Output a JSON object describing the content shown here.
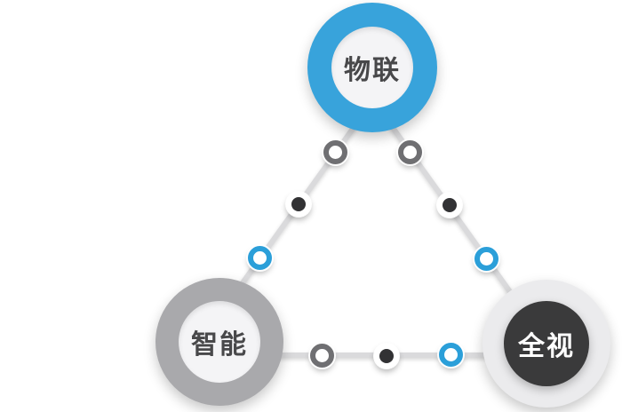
{
  "diagram": {
    "title_hidden": "",
    "nodes": [
      {
        "id": "iot",
        "label": "物联",
        "ring_color": "#38a3db",
        "core_color": "#f4f4f6",
        "label_color": "#48484a",
        "position": "top"
      },
      {
        "id": "smart",
        "label": "智能",
        "ring_color": "#a9a9ac",
        "core_color": "#f4f4f6",
        "label_color": "#48484a",
        "position": "bottom-left"
      },
      {
        "id": "vision",
        "label": "全视",
        "ring_color": "#ebebed",
        "core_color": "#3a3a3b",
        "label_color": "#ffffff",
        "position": "bottom-right"
      }
    ],
    "connector_markers": [
      {
        "edge": "left",
        "order": 1,
        "variant": "gray-ring"
      },
      {
        "edge": "left",
        "order": 2,
        "variant": "black-dot"
      },
      {
        "edge": "left",
        "order": 3,
        "variant": "blue-ring"
      },
      {
        "edge": "right",
        "order": 1,
        "variant": "gray-ring"
      },
      {
        "edge": "right",
        "order": 2,
        "variant": "black-dot"
      },
      {
        "edge": "right",
        "order": 3,
        "variant": "blue-ring"
      },
      {
        "edge": "bottom",
        "order": 1,
        "variant": "gray-ring"
      },
      {
        "edge": "bottom",
        "order": 2,
        "variant": "black-dot"
      },
      {
        "edge": "bottom",
        "order": 3,
        "variant": "blue-ring"
      }
    ],
    "colors": {
      "node_blue": "#38a3db",
      "node_gray_ring": "#a9a9ac",
      "node_light_ring": "#ebebed",
      "inner_light": "#f4f4f6",
      "inner_dark": "#3a3a3b",
      "marker_gray": "#6f6f72",
      "marker_blue": "#2b9fd9",
      "marker_dot": "#323234",
      "line_color": "#dadadc",
      "label_dark": "#48484a",
      "label_light": "#ffffff",
      "background": "#ffffff"
    }
  }
}
